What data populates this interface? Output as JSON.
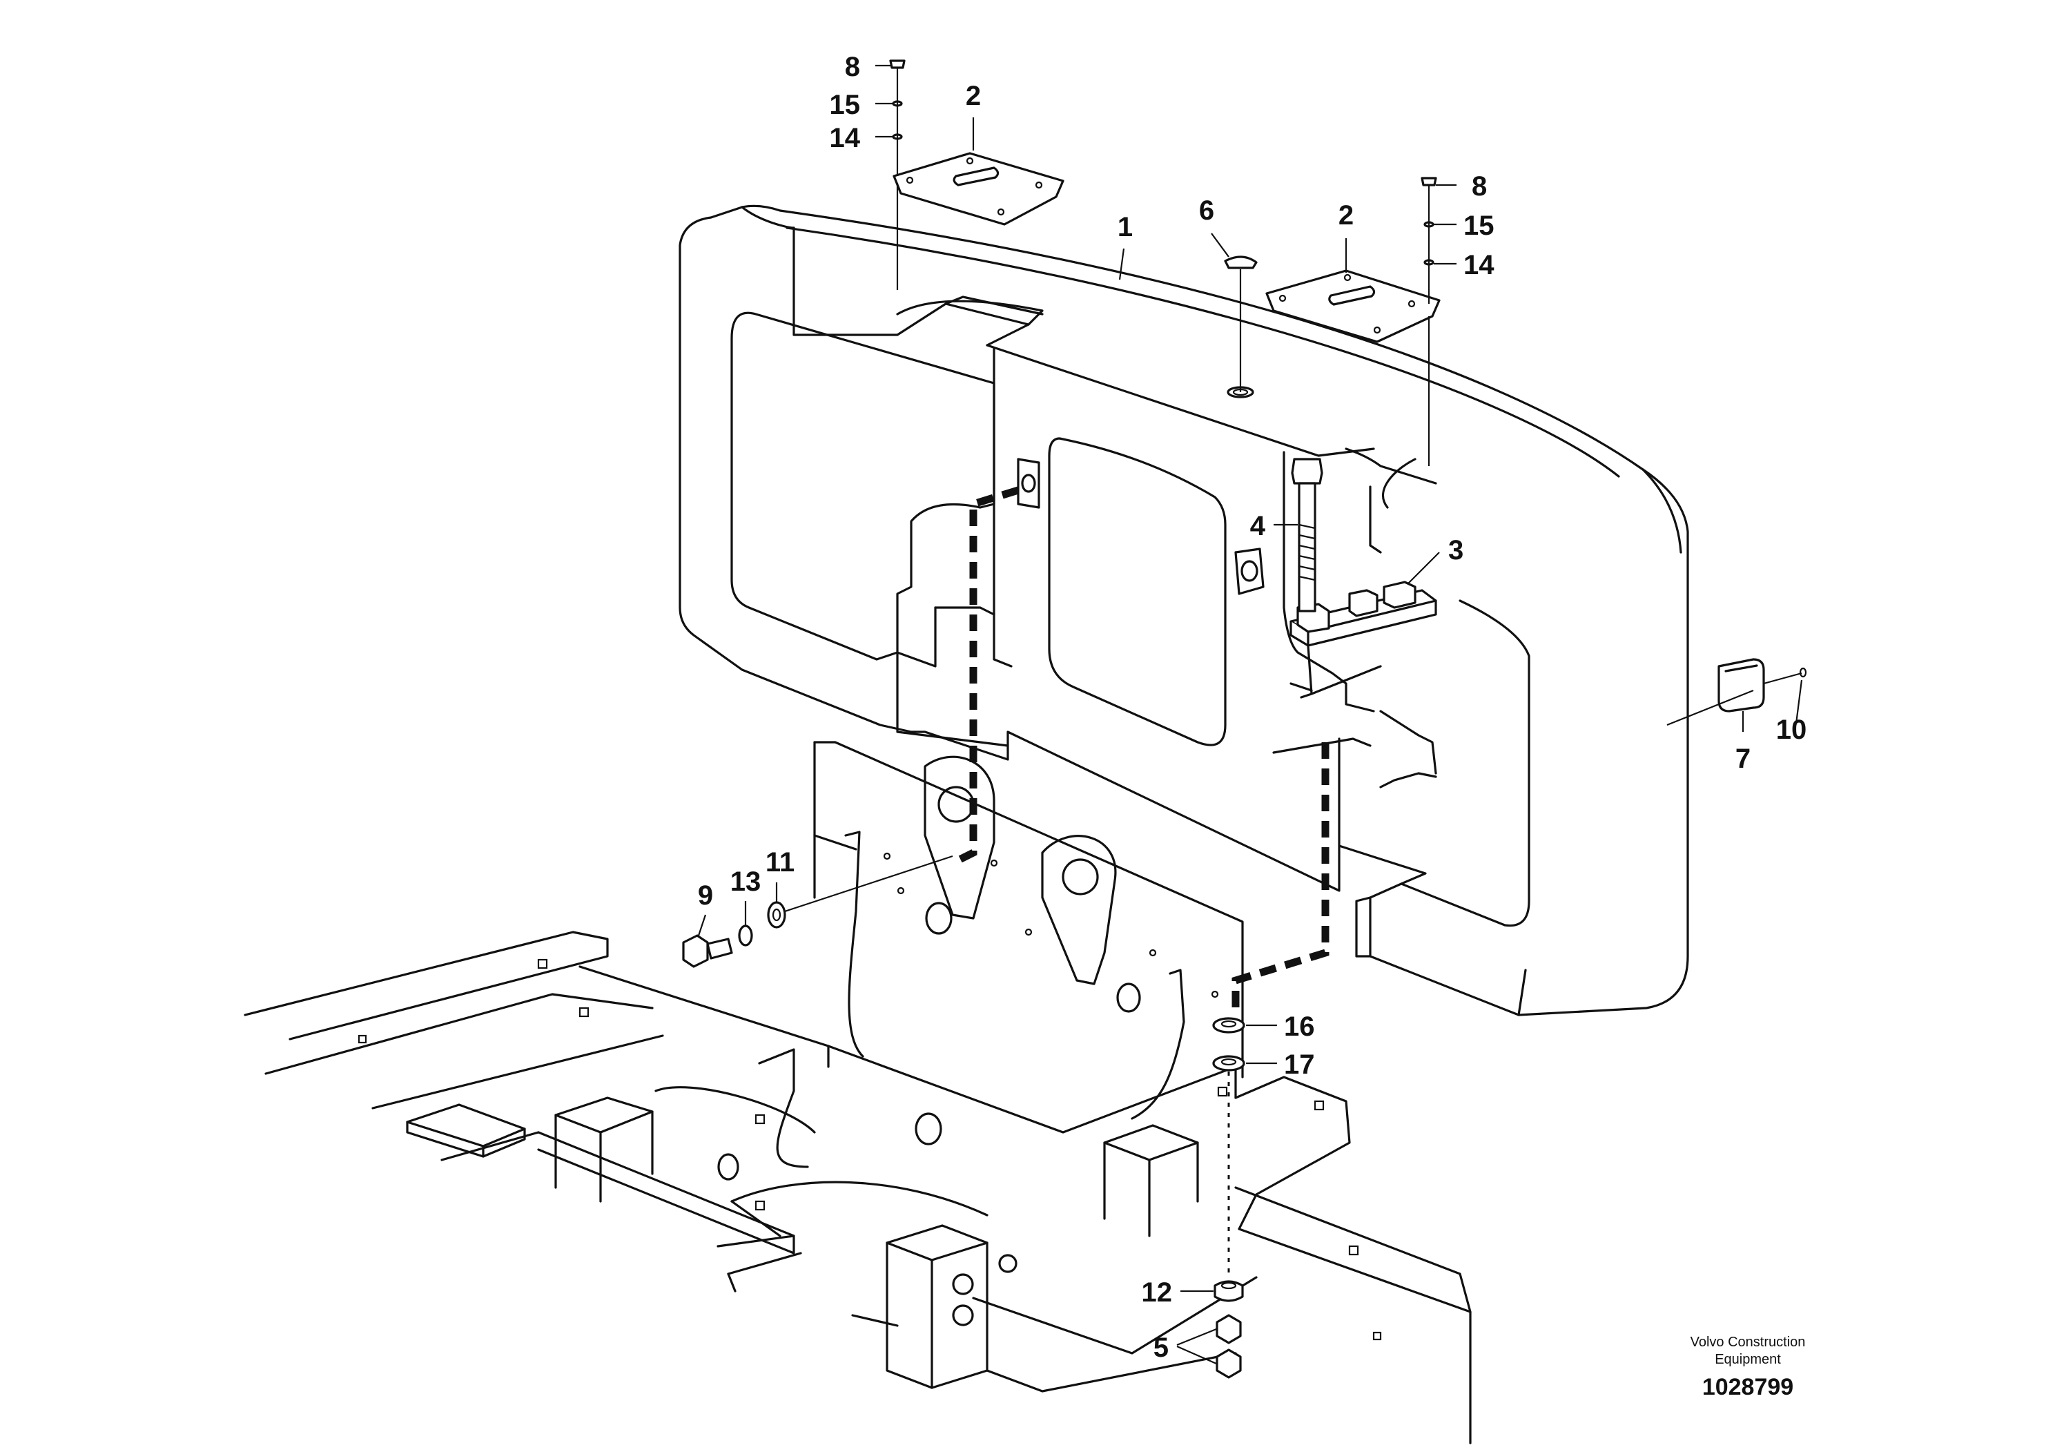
{
  "callouts": {
    "c8a": "8",
    "c15a": "15",
    "c14a": "14",
    "c2a": "2",
    "c1": "1",
    "c6": "6",
    "c2b": "2",
    "c8b": "8",
    "c15b": "15",
    "c14b": "14",
    "c4": "4",
    "c3": "3",
    "c7": "7",
    "c10": "10",
    "c9": "9",
    "c13": "13",
    "c11": "11",
    "c16": "16",
    "c17": "17",
    "c12": "12",
    "c5": "5"
  },
  "footer": {
    "brand_line1": "Volvo Construction",
    "brand_line2": "Equipment",
    "doc_number": "1028799"
  }
}
